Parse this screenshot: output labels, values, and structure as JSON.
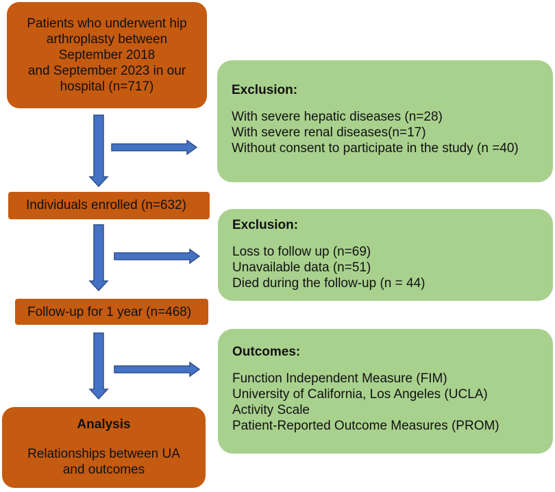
{
  "boxes": {
    "patients": {
      "lines": [
        "Patients who underwent hip",
        "arthroplasty between",
        "September 2018",
        "and September 2023 in our",
        "hospital (n=717)"
      ]
    },
    "exclusion1": {
      "title": "Exclusion:",
      "items": [
        "With severe hepatic diseases (n=28)",
        "With severe renal diseases(n=17)",
        "Without consent to participate in the study (n =40)"
      ]
    },
    "enrolled": {
      "label": "Individuals enrolled (n=632)"
    },
    "exclusion2": {
      "title": "Exclusion:",
      "items": [
        "Loss to follow up (n=69)",
        "Unavailable data (n=51)",
        "Died during the follow-up (n = 44)"
      ]
    },
    "followup": {
      "label": "Follow-up for 1 year (n=468)"
    },
    "outcomes": {
      "title": "Outcomes:",
      "items": [
        "Function Independent Measure (FIM)",
        "University of California, Los Angeles (UCLA)",
        "Activity Scale",
        "Patient-Reported Outcome Measures (PROM)"
      ]
    },
    "analysis": {
      "title": "Analysis",
      "lines": [
        "Relationships between UA",
        "and outcomes"
      ]
    }
  },
  "colors": {
    "orange_box": "#c55a11",
    "green_box": "#a9d18e",
    "arrow_fill": "#4472c4",
    "arrow_stroke": "#2f4f8a"
  }
}
